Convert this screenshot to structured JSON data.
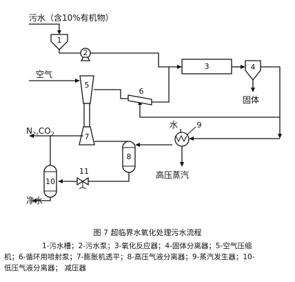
{
  "figure": {
    "inputs": {
      "wastewater": "污水（含10%有机物）",
      "air": "空气"
    },
    "outputs": {
      "solids": "固体",
      "gas_prefix": "N",
      "gas_sub1": "2",
      "gas_mid": ",CO",
      "gas_sub2": "2",
      "clean_water": "净水",
      "steam_label_water": "水",
      "hp_steam": "高压蒸汽"
    },
    "components": [
      "1",
      "2",
      "3",
      "4",
      "5",
      "6",
      "7",
      "8",
      "9",
      "10",
      "11"
    ]
  },
  "caption": {
    "title": "图 7 超临界水氧化处理污水流程",
    "legend_line1": "1-污水槽；2-污水泵；3-氧化反应器；4-固体分离器；5-空气压缩",
    "legend_line2": "机；6-循环用喷射泵；7-膨胀机透平；8-高压气液分离器；9-蒸汽发生器；10-",
    "legend_line3": "低压气液分离器； 减压器"
  }
}
